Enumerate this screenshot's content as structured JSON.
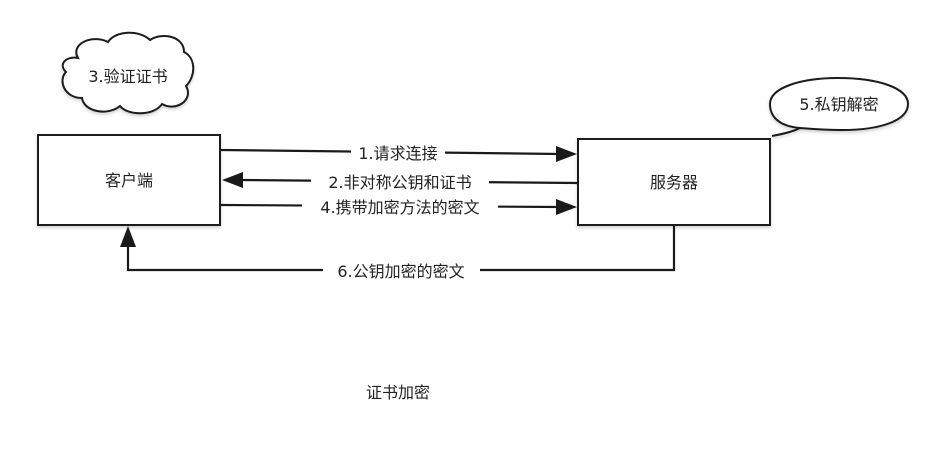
{
  "nodes": {
    "client": "客户端",
    "server": "服务器"
  },
  "callouts": {
    "verify_cert": "3.验证证书",
    "private_key_decrypt": "5.私钥解密"
  },
  "edges": {
    "request_connection": "1.请求连接",
    "public_key_and_cert": "2.非对称公钥和证书",
    "encrypted_method": "4.携带加密方法的密文",
    "public_key_encrypted": "6.公钥加密的密文"
  },
  "caption": "证书加密"
}
